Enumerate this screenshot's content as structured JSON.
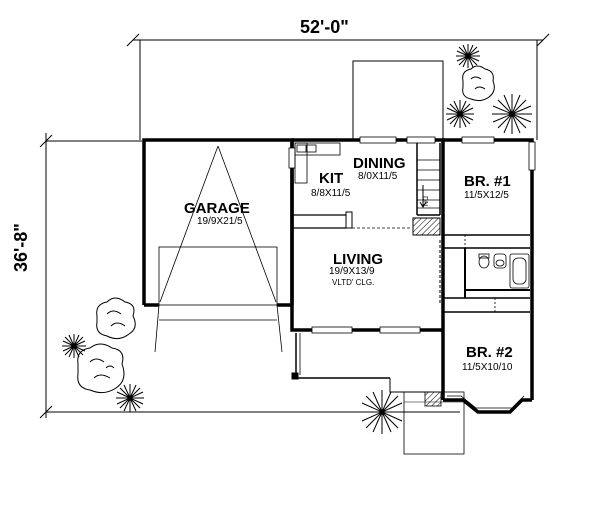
{
  "dimensions": {
    "width_label": "52'-0\"",
    "depth_label": "36'-8\""
  },
  "rooms": {
    "garage": {
      "name": "GARAGE",
      "size": "19/9X21/5"
    },
    "kitchen": {
      "name": "KIT",
      "size": "8/8X11/5"
    },
    "dining": {
      "name": "DINING",
      "size": "8/0X11/5"
    },
    "living": {
      "name": "LIVING",
      "size": "19/9X13/9",
      "note": "VLTD' CLG."
    },
    "br1": {
      "name": "BR. #1",
      "size": "11/5X12/5"
    },
    "br2": {
      "name": "BR. #2",
      "size": "11/5X10/10"
    }
  },
  "stair_label": "DN",
  "colors": {
    "line": "#000000",
    "background": "#ffffff",
    "tree": "#000000"
  },
  "icons": [
    "tree-icon",
    "bathtub-icon",
    "toilet-icon",
    "sink-icon"
  ]
}
